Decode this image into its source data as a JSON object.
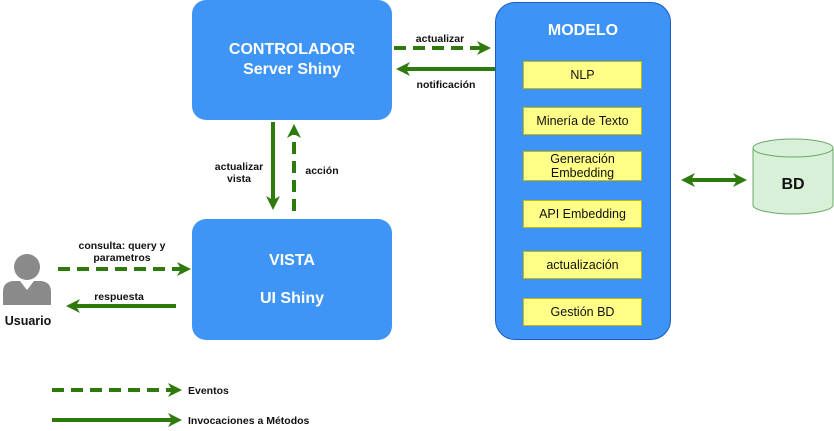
{
  "controlador": {
    "line1": "CONTROLADOR",
    "line2": "Server Shiny"
  },
  "vista": {
    "line1": "VISTA",
    "line2": "UI Shiny"
  },
  "modelo": {
    "title": "MODELO",
    "items": [
      "NLP",
      "Minería de Texto",
      "Generación Embedding",
      "API Embedding",
      "actualización",
      "Gestión BD"
    ]
  },
  "bd": {
    "label": "BD"
  },
  "usuario": {
    "label": "Usuario"
  },
  "edges": {
    "actualizar": "actualizar",
    "notificacion": "notificación",
    "actualizar_vista": "actualizar vista",
    "accion": "acción",
    "consulta": "consulta: query y parametros",
    "respuesta": "respuesta"
  },
  "legend": {
    "eventos": "Eventos",
    "invocaciones": "Invocaciones a Métodos"
  },
  "colors": {
    "box_blue": "#3f95f6",
    "arrow_green": "#2e7a0c",
    "yellow": "#ffff88",
    "db_green": "#d8f0d8"
  }
}
